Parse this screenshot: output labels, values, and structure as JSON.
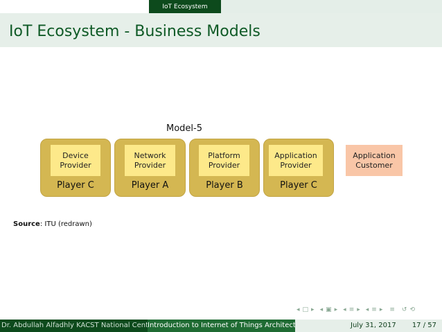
{
  "header": {
    "section_title": "IoT Ecosystem"
  },
  "slide": {
    "title": "IoT Ecosystem - Business Models"
  },
  "diagram": {
    "model_label": "Model-5",
    "players": [
      {
        "role_line1": "Device",
        "role_line2": "Provider",
        "player": "Player C"
      },
      {
        "role_line1": "Network",
        "role_line2": "Provider",
        "player": "Player A"
      },
      {
        "role_line1": "Platform",
        "role_line2": "Provider",
        "player": "Player B"
      },
      {
        "role_line1": "Application",
        "role_line2": "Provider",
        "player": "Player C"
      }
    ],
    "customer": {
      "line1": "Application",
      "line2": "Customer"
    }
  },
  "source": {
    "label": "Source",
    "text": ": ITU (redrawn)"
  },
  "footer": {
    "author": "Dr. Abdullah Alfadhly KACST National Center",
    "course": "Introduction to Internet of Things Architecture",
    "date": "July 31, 2017",
    "page": "17 / 57"
  },
  "colors": {
    "accent_dark_green": "#0d4a1c",
    "title_green": "#0f5a26",
    "player_box": "#d4b752",
    "role_box": "#fde98a",
    "customer_box": "#f9c6a7"
  }
}
